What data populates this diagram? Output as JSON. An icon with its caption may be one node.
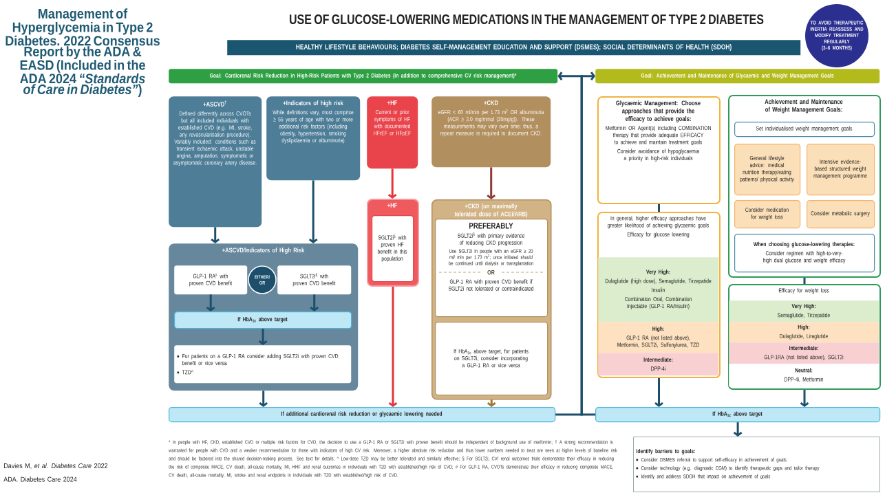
{
  "diagram": {
    "title": "USE OF GLUCOSE-LOWERING MEDICATIONS IN THE MANAGEMENT OF TYPE 2 DIABETES",
    "nodes": [
      {
        "text": [
          "HEALTHY LIFESTYLE BEHAVIOURS; DIABETES SELF-MANAGEMENT EDUCATION AND SUPPORT (DSMES); SOCIAL DETERMINANTS OF HEALTH (SDOH)"
        ]
      },
      {
        "text": [
          "TO AVOID THERAPEUTIC INERTIA REASSESS AND MODIFY TREATMENT REGULARLY (3–6 MONTHS)"
        ]
      },
      {
        "text": [
          "Goal: Cardiorenal Risk Reduction in High-Risk Patients with Type 2 Diabetes (In addition to comprehensive CV risk management)*"
        ]
      },
      {
        "text": [
          "Goal: Achievement and Maintenance of Glycaemic and Weight Management Goals"
        ]
      },
      {
        "text": [
          "+ASCVD$^{†}$",
          "Defined differently across CVOTs but all included individuals with established CVD (e.g. MI, stroke, any revascularisation procedure). Variably included: conditions such as transient ischaemic attack, unstable angina, amputation, symptomatic or asymptomatic coronary artery disease."
        ]
      },
      {
        "text": [
          "+Indicators of high risk",
          "While definitions vary, most comprise ≥ 55 years of age with two or more additional risk factors (including obesity, hypertension, smoking dyslipidaemia or albuminuria)"
        ]
      },
      {
        "text": [
          "+HF",
          "Current or prior symptoms of HF with documented HFrEF or HFpEF"
        ]
      },
      {
        "text": [
          "+CKD",
          "eGFR < 60 ml/min per 1.73 m$^{2}$ OR albuminuria (ACR ≥ 3.0 mg/mmol (30mg/g)). These measurements may vary over time; thus, a repeat measure is required to document CKD."
        ]
      },
      {
        "text": [
          "+HF"
        ]
      },
      {
        "text": [
          "SGLT2i$^{§}$ with proven HF benefit in this population"
        ],
        "in": 8
      },
      {
        "text": [
          "+CKD (on maximally tolerated dose of ACEi/ARB)"
        ]
      },
      {
        "text": [
          "PREFERABLY",
          "SGLT2i$^{§}$ with primary evidence of reducing CKD progression",
          "Use SGLT2i in people with an eGFR ≥ 20 ml/ min per 1.73 m$^{2}$; once initiated should be continued until dialysis or transplantation",
          "OR",
          "GLP-1 RA with proven CVD benefit if SGLT2i not tolerated or contraindicated"
        ],
        "in": 10
      },
      {
        "text": [
          "If HbA$_{1c}$ above target, for patients on SGLT2i, consider incorporating a GLP-1 RA or vice versa"
        ],
        "in": 10
      },
      {
        "text": [
          "+ASCVD/Indicators of High Risk"
        ]
      },
      {
        "text": [
          "GLP-1 RA$^{#}$ with proven CVD benefit"
        ],
        "in": 13
      },
      {
        "text": [
          "EITHER/ OR"
        ],
        "in": 13
      },
      {
        "text": [
          "SGLT2i$^{§}$ with proven CVD benefit"
        ],
        "in": 13
      },
      {
        "text": [
          "If HbA$_{1c}$ above target"
        ],
        "in": 13
      },
      {
        "text": [
          "For patients on a GLP-1 RA consider adding SGLT2i with proven CVD benefit or vice versa",
          "TZD^"
        ],
        "in": 13
      },
      {
        "text": [
          "If additional cardiorenal risk reduction or glycaemic lowering needed"
        ]
      },
      {
        "text": [
          "Glycaemic Management: Choose approaches that provide the efficacy to achieve goals:",
          "Metformin OR Agent(s) including COMBINATION therapy that provide adequate EFFICACY to achieve and maintain treatment goals",
          "Consider avoidance of hypoglycaemia a priority in high-risk individuals"
        ]
      },
      {
        "text": [
          "In general, higher efficacy approaches have greater likelihood of achieving glycaemic goals",
          "Efficacy for glucose lowering"
        ]
      },
      {
        "text": [
          "Very High:",
          "Dulaglutide (high dose), Semaglutide, Tirzepatide",
          "Insulin",
          "Combination Oral, Combination Injectable (GLP-1 RA/Insulin)"
        ],
        "in": 21
      },
      {
        "text": [
          "High:",
          "GLP-1 RA (not listed above), Metformin, SGLT2i, Sulfonylurea, TZD"
        ],
        "in": 21
      },
      {
        "text": [
          "Intermediate:",
          "DPP-4i"
        ],
        "in": 21
      },
      {
        "text": [
          "Achievement and Maintenance of Weight Management Goals:"
        ]
      },
      {
        "text": [
          "Set individualised weight management goals"
        ],
        "in": 25
      },
      {
        "text": [
          "General lifestyle advice: medical nutrition therapy/eating patterns/ physical activity"
        ],
        "in": 25
      },
      {
        "text": [
          "Intensive evidence-based structured weight management programme"
        ],
        "in": 25
      },
      {
        "text": [
          "Consider medication for weight loss"
        ],
        "in": 25
      },
      {
        "text": [
          "Consider metabolic surgery"
        ],
        "in": 25
      },
      {
        "text": [
          "When choosing glucose-lowering therapies:",
          "Consider regimen with high-to-very-high dual glucose and weight efficacy"
        ],
        "in": 25
      },
      {
        "text": [
          "Efficacy for weight loss"
        ]
      },
      {
        "text": [
          "Very High:",
          "Semaglutide, Tirzepatide"
        ],
        "in": 32
      },
      {
        "text": [
          "High:",
          "Dulaglutide, Liraglutide"
        ],
        "in": 32
      },
      {
        "text": [
          "Intermediate:",
          "GLP-1RA (not listed above), SGLT2i"
        ],
        "in": 32
      },
      {
        "text": [
          "Neutral:",
          "DPP-4i, Metformin"
        ],
        "in": 32
      },
      {
        "text": [
          "If HbA$_{1c}$ above target"
        ]
      },
      {
        "text": [
          "Identify barriers to goals:",
          "Consider DSMES referral to support self-efficacy in achievement of goals",
          "Consider technology (e.g. diagnostic CGM) to identify therapeutic gaps and tailor therapy",
          "Identify and address SDOH that impact on achievement of goals"
        ]
      }
    ],
    "edges": [
      {
        "from": 4,
        "to": 13,
        "arrow": "to"
      },
      {
        "from": 5,
        "to": 13,
        "arrow": "to"
      },
      {
        "from": 14,
        "to": 17,
        "arrow": "to"
      },
      {
        "from": 16,
        "to": 17,
        "arrow": "to"
      },
      {
        "from": 17,
        "to": 18,
        "arrow": "to"
      },
      {
        "from": 13,
        "to": 19,
        "arrow": "to"
      },
      {
        "from": 6,
        "to": 8,
        "arrow": "to",
        "color": "#e4343c"
      },
      {
        "from": 8,
        "to": 19,
        "arrow": "to",
        "color": "#e4343c"
      },
      {
        "from": 7,
        "to": 10,
        "arrow": "to",
        "color": "#8e3b36"
      },
      {
        "from": 10,
        "to": 19,
        "arrow": "to",
        "color": "#a5752f"
      },
      {
        "from": 20,
        "to": 21,
        "arrow": "none"
      },
      {
        "from": 21,
        "to": 37,
        "arrow": "to"
      },
      {
        "from": 25,
        "to": 32,
        "arrow": "none"
      },
      {
        "from": 32,
        "to": 37,
        "arrow": "to"
      },
      {
        "from": 37,
        "to": 38,
        "arrow": "to"
      },
      {
        "from": 19,
        "to": 2,
        "arrow": "to"
      },
      {
        "from": 37,
        "to": 3,
        "arrow": "to"
      }
    ],
    "labels": [
      "Management of Hyperglycemia in Type 2 Diabetes. 2022 Consensus Report by the ADA & EASD (Included in the ADA 2024 *“Standards of Care in Diabetes”*)",
      "* In people with HF, CKD, established CVD or multiple risk factors for CVD, the decision to use a GLP-1 RA or SGLT2i with proven benefit should be independent of background use of metformin; † A strong recommendation is warranted for people with CVD and a weaker recommendation for those with indicators of high CV risk. Moreover, a higher absolute risk reduction and thus lower numbers needed to treat are seen at higher levels of baseline risk and should be factored into the shared decision-making process. See text for details; ^ Low-dose TZD may be better tolerated and similarly effective; § For SGLT2i, CV/ renal outcomes trials demonstrate their efficacy in reducing the risk of composite MACE, CV death, all-cause mortality, MI, HHF and renal outcomes in individuals with T2D with established/high risk of CVD; # For GLP-1 RA, CVOTs demonstrate their efficacy in reducing composite MACE, CV death, all-cause mortality, MI, stroke and renal endpoints in individuals with T2D with established/high risk of CVD.",
      "Davies M, *et al. Diabetes Care* 2022",
      "ADA. Diabetes Care 2024"
    ]
  }
}
